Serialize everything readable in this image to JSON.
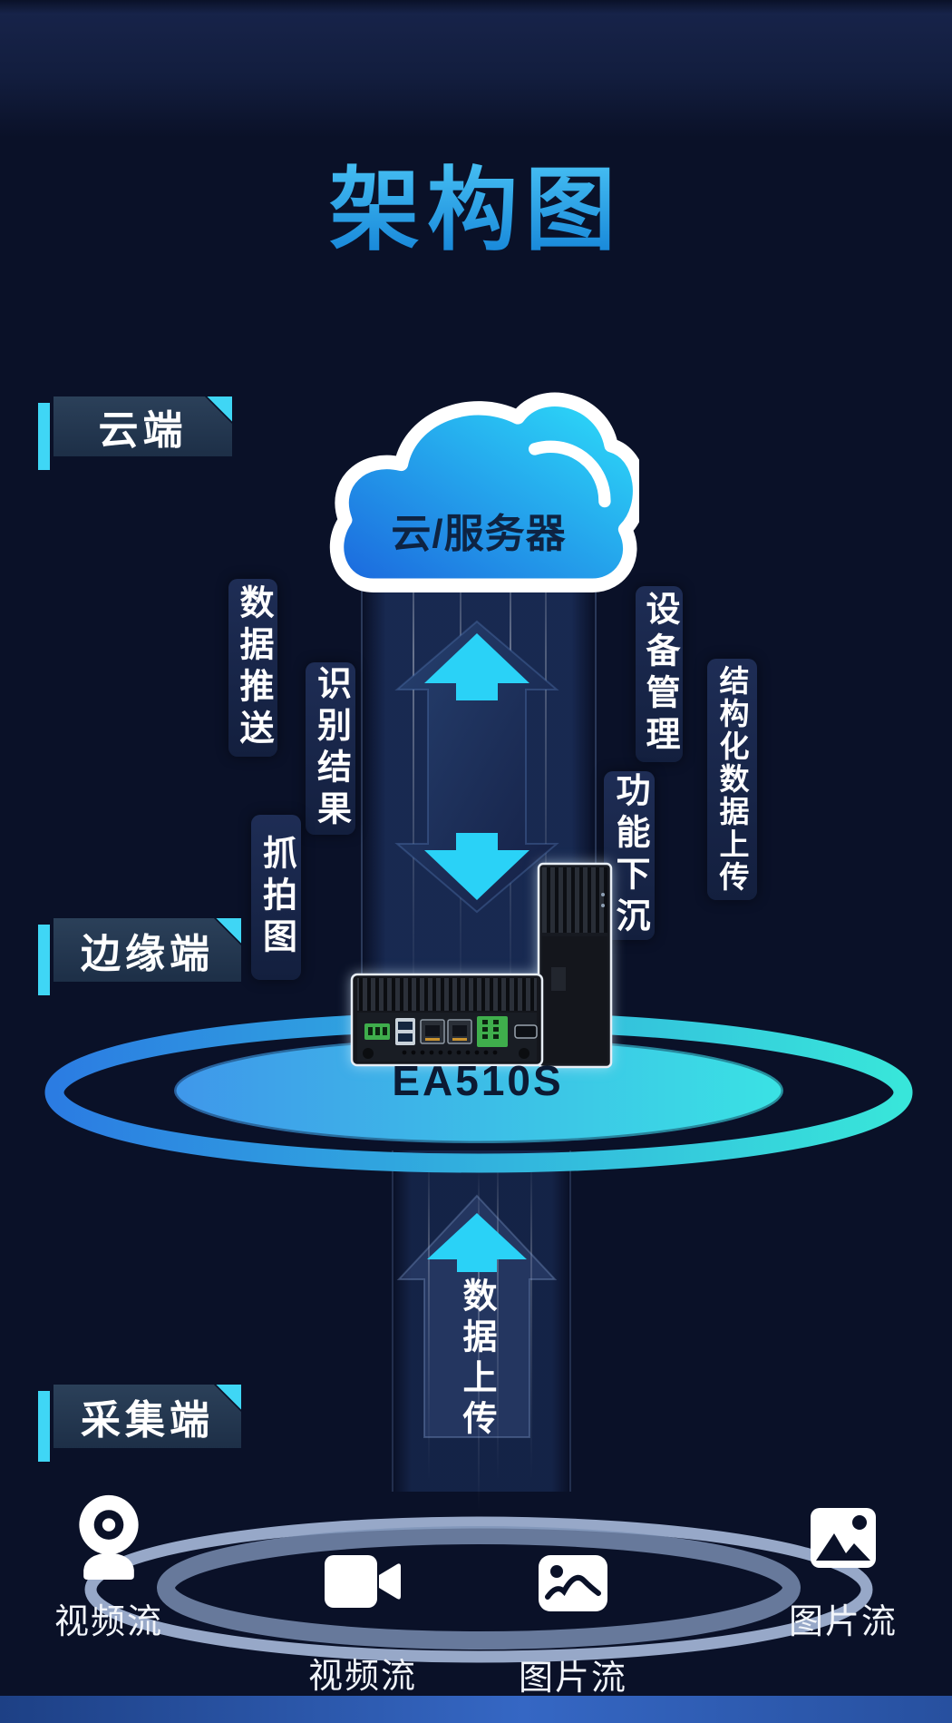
{
  "page": {
    "title": "架构图"
  },
  "colors": {
    "background": "#0a1128",
    "title_blue": "#2aa9ea",
    "accent_cyan": "#3fd6f5",
    "badge_slate": "#24384f",
    "pill_navy": "#1a2849",
    "cloud_gradient_from": "#1b66dd",
    "cloud_gradient_to": "#2ee0fa",
    "platform_gradient_from": "#2b7ce2",
    "platform_gradient_to": "#38e6da",
    "collection_ring_gray": "#9fb1d1",
    "device_name_navy": "#0c1a33",
    "text_white": "#ffffff"
  },
  "tiers": {
    "cloud": "云端",
    "edge": "边缘端",
    "collect": "采集端"
  },
  "cloud_label": "云/服务器",
  "flows": {
    "data_push": "数据推送",
    "recognition_result": "识别结果",
    "snapshot": "抓拍图",
    "device_management": "设备管理",
    "structured_data_upload": "结构化数据上传",
    "function_sink": "功能下沉",
    "data_upload": "数据上传"
  },
  "device": {
    "name": "EA510S"
  },
  "sources": [
    {
      "icon": "webcam-icon",
      "label": "视频流"
    },
    {
      "icon": "camcorder-icon",
      "label": "视频流"
    },
    {
      "icon": "image-icon",
      "label": "图片流"
    },
    {
      "icon": "image-filled-icon",
      "label": "图片流"
    }
  ]
}
